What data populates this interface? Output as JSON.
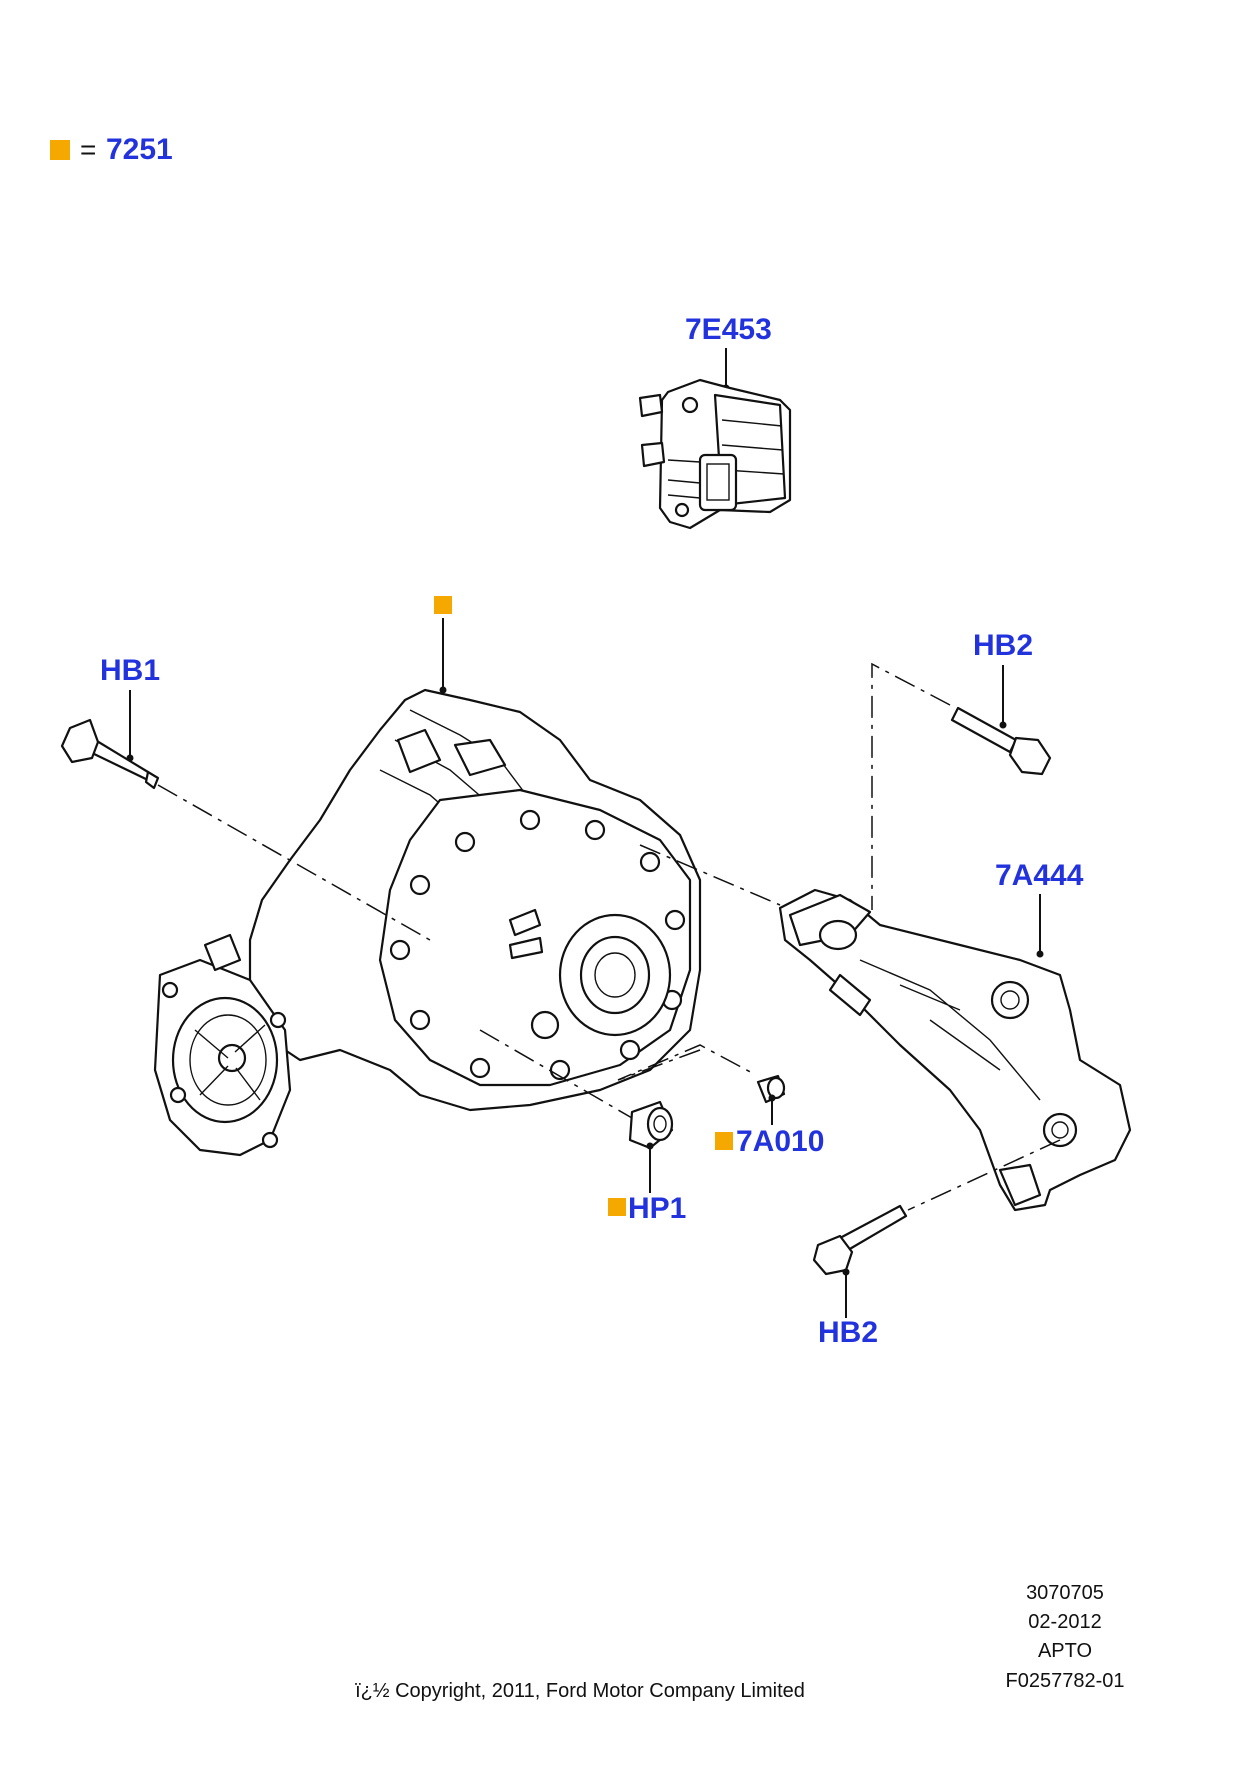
{
  "legend": {
    "swatch_color": "#f5a800",
    "equals": "=",
    "code": "7251"
  },
  "callouts": {
    "sensor": "7E453",
    "bolt_left": "HB1",
    "bolt_top_right": "HB2",
    "bracket": "7A444",
    "plug": "7A010",
    "seal": "HP1",
    "bolt_bottom": "HB2"
  },
  "colors": {
    "label_blue": "#2233dd",
    "marker_orange": "#f5a800",
    "line": "#111111"
  },
  "meta": {
    "illustration_number": "3070705",
    "date": "02-2012",
    "market": "APTO",
    "figure_id": "F0257782-01",
    "copyright": "ï¿½ Copyright, 2011, Ford Motor Company Limited"
  }
}
